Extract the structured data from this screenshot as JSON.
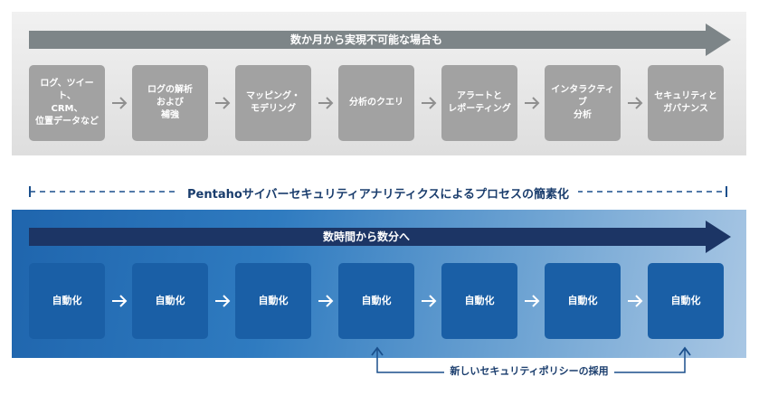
{
  "top_section": {
    "banner": "数か月から実現不可能な場合も",
    "steps": [
      {
        "line1": "ログ、ツイート、",
        "line2": "CRM、",
        "line3": "位置データなど"
      },
      {
        "line1": "ログの解析",
        "line2": "および",
        "line3": "補強"
      },
      {
        "line1": "マッピング・",
        "line2": "モデリング",
        "line3": ""
      },
      {
        "line1": "分析のクエリ",
        "line2": "",
        "line3": ""
      },
      {
        "line1": "アラートと",
        "line2": "レポーティング",
        "line3": ""
      },
      {
        "line1": "インタラクティブ",
        "line2": "分析",
        "line3": ""
      },
      {
        "line1": "セキュリティと",
        "line2": "ガバナンス",
        "line3": ""
      }
    ]
  },
  "divider": {
    "title": "Pentahoサイバーセキュリティアナリティクスによるプロセスの簡素化"
  },
  "bottom_section": {
    "banner": "数時間から数分へ",
    "steps": [
      "自動化",
      "自動化",
      "自動化",
      "自動化",
      "自動化",
      "自動化",
      "自動化"
    ],
    "feedback_label": "新しいセキュリティポリシーの採用"
  },
  "colors": {
    "gray_banner": "#7d8588",
    "gray_box": "#a2a2a2",
    "navy_banner": "#1c3565",
    "blue_box": "#1a5fa6",
    "accent_text": "#1a3d6d"
  }
}
